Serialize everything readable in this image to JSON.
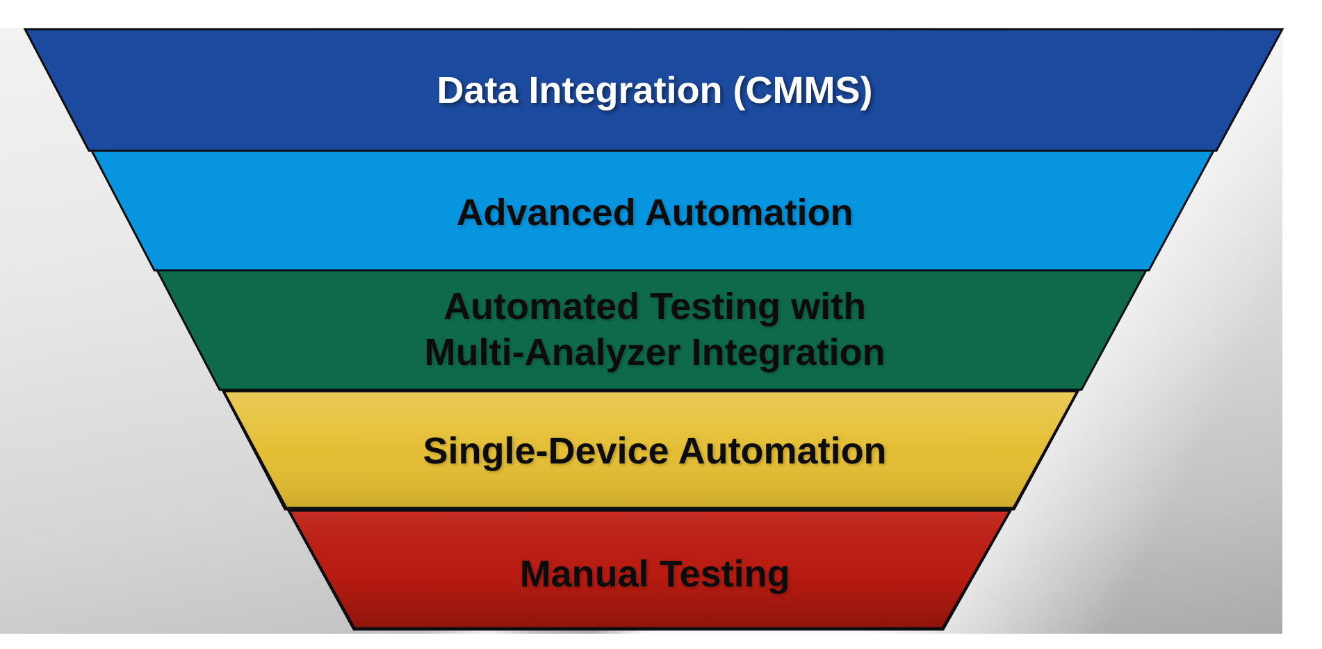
{
  "diagram": {
    "type": "inverted-funnel",
    "orientation": "wide-at-top",
    "outline_color": "#0d0d12",
    "background": {
      "margin_color": "#ffffff",
      "slide_gray_top": "#f2f2f2",
      "slide_gray_bottom": "#a9a9a9",
      "swoosh_color": "#ffffff"
    },
    "levels": [
      {
        "rank": 1,
        "label": "Data Integration (CMMS)",
        "fill": "#1c4a9e",
        "text_color": "#ffffff"
      },
      {
        "rank": 2,
        "label": "Advanced Automation",
        "fill": "#0795df",
        "text_color": "#0c0c0c"
      },
      {
        "rank": 3,
        "label": "Automated Testing with Multi-Analyzer Integration",
        "label_lines": [
          "Automated Testing with",
          "Multi-Analyzer Integration"
        ],
        "fill": "#0e6a4a",
        "text_color": "#0c0c0c"
      },
      {
        "rank": 4,
        "label": "Single-Device Automation",
        "fill": "#e4bd30",
        "text_color": "#0c0c0c"
      },
      {
        "rank": 5,
        "label": "Manual Testing",
        "fill": "#bf1c11",
        "text_color": "#0c0c0c"
      }
    ]
  }
}
